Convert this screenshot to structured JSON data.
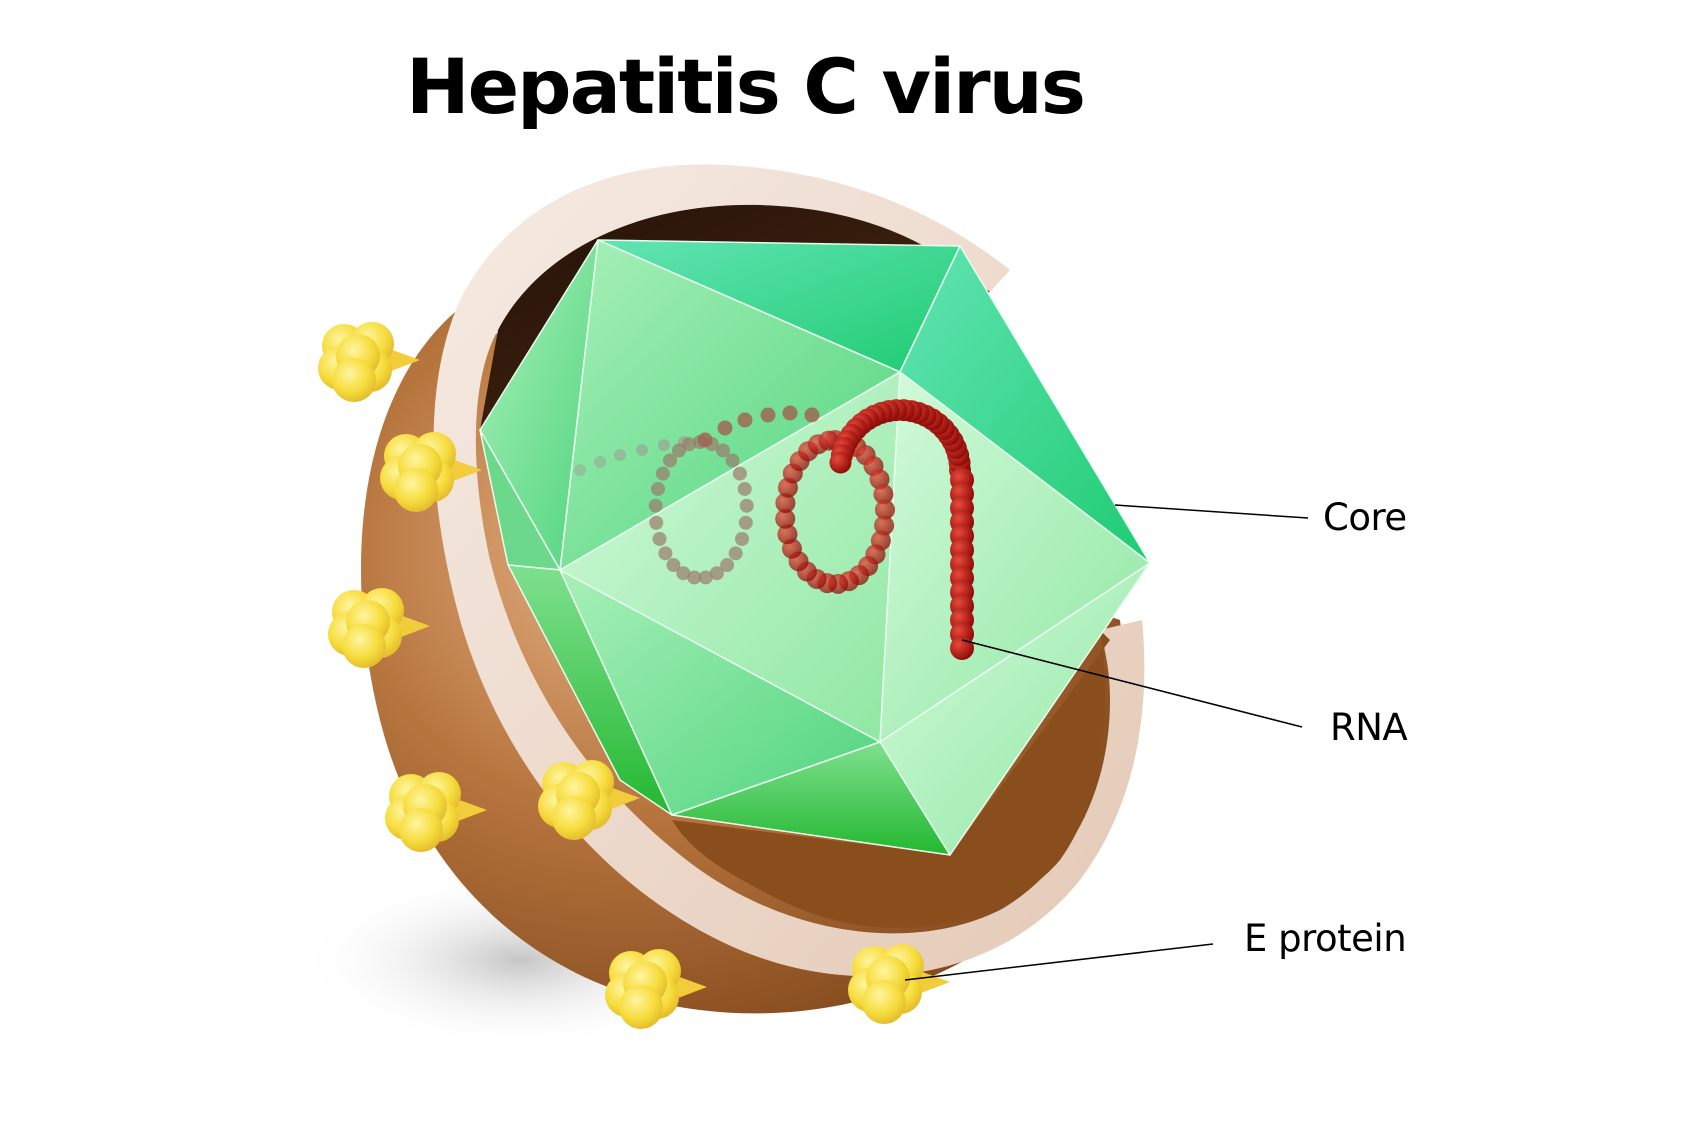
{
  "title": "Hepatitis C virus",
  "labels": {
    "core": "Core",
    "rna": "RNA",
    "e_protein": "E protein"
  },
  "colors": {
    "shell_brown": "#9a5a28",
    "shell_dark": "#2e1a0e",
    "membrane_rim": "#f1e1d6",
    "capsid_green": "#3fd980",
    "capsid_light": "#c2f5cc",
    "rna_red": "#c0100a",
    "protein_yellow": "#f5dc3c"
  }
}
